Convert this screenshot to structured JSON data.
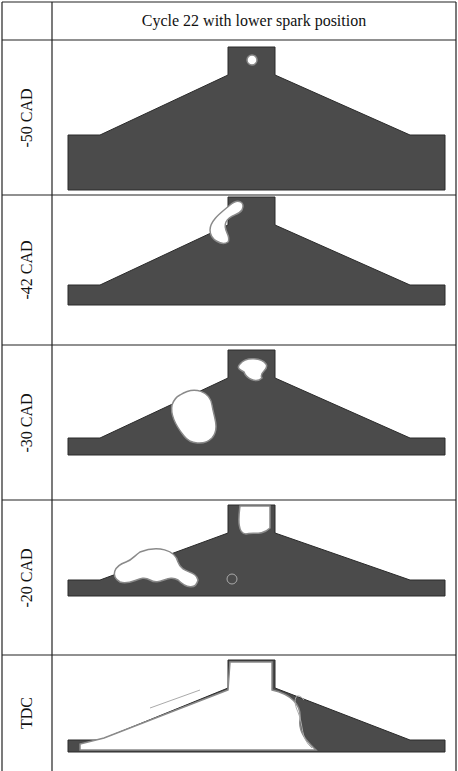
{
  "diagram": {
    "labels": [
      "Cycle 22 with lower spark position",
      "-50 CAD",
      "-42 CAD",
      "-30 CAD",
      "-20 CAD",
      "TDC"
    ]
  }
}
